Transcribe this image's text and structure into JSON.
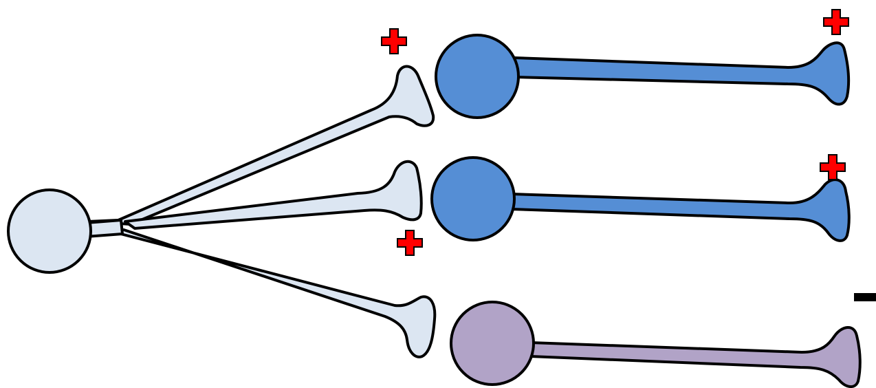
{
  "colors": {
    "source_neuron": "#dce6f2",
    "excited_neuron": "#558ed5",
    "inhibited_neuron": "#b1a3c7",
    "plus_sign": "#ff0000",
    "minus_sign": "#000000",
    "outline": "#000000"
  },
  "neurons": [
    {
      "role": "source",
      "color_key": "source_neuron"
    },
    {
      "role": "target-top",
      "color_key": "excited_neuron",
      "signal": "excitatory"
    },
    {
      "role": "target-middle",
      "color_key": "excited_neuron",
      "signal": "excitatory"
    },
    {
      "role": "target-bottom",
      "color_key": "inhibited_neuron",
      "signal": "inhibitory"
    }
  ],
  "signs": {
    "plus_icon": "plus-icon",
    "minus_icon": "minus-icon"
  }
}
